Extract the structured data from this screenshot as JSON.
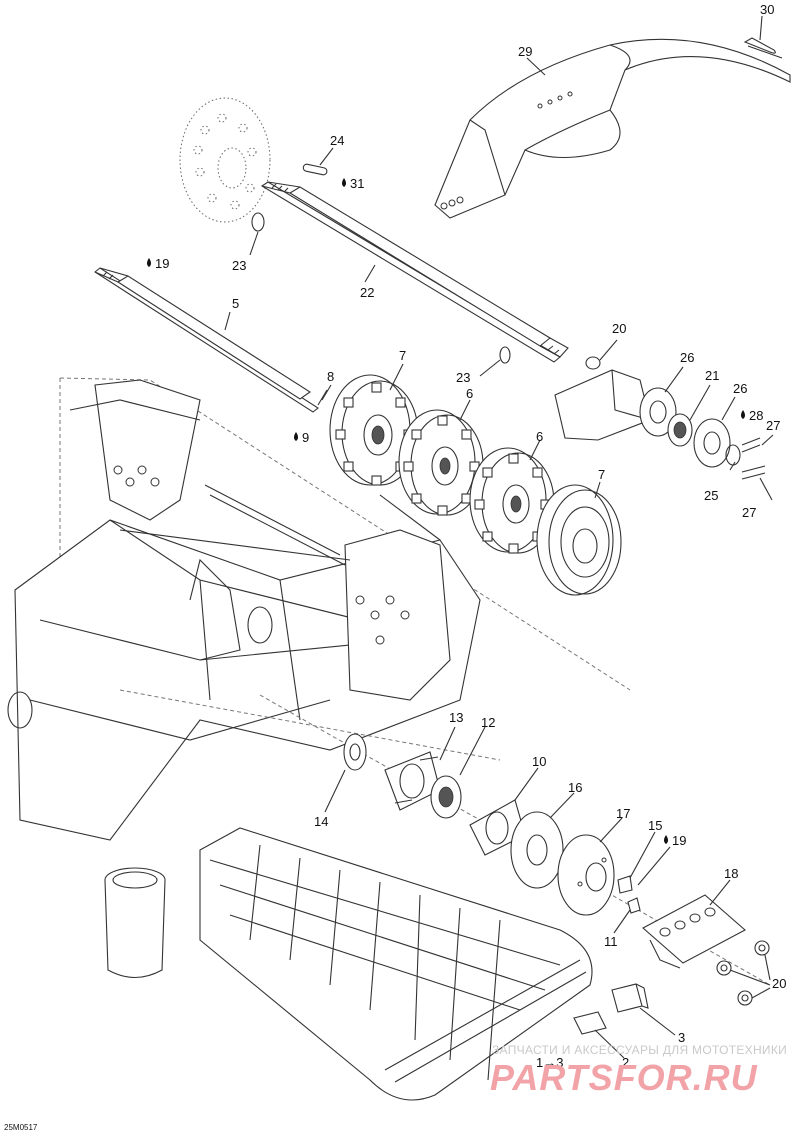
{
  "diagram_code": "25M0517",
  "watermark": {
    "line1": "ЗАПЧАСТИ И АКСЕССУАРЫ ДЛЯ МОТОТЕХНИКИ",
    "line2": "PARTSFOR.RU",
    "color": "#f2a3a8"
  },
  "callouts": {
    "c1": "1",
    "c2": "2",
    "c3": "3",
    "c5": "5",
    "c6a": "6",
    "c6b": "6",
    "c7a": "7",
    "c7b": "7",
    "c8": "8",
    "c9": "9",
    "c10": "10",
    "c11": "11",
    "c12": "12",
    "c13": "13",
    "c14": "14",
    "c15": "15",
    "c16": "16",
    "c17": "17",
    "c18": "18",
    "c19a": "19",
    "c19b": "19",
    "c20a": "20",
    "c20b": "20",
    "c21": "21",
    "c22": "22",
    "c23a": "23",
    "c23b": "23",
    "c24": "24",
    "c25": "25",
    "c26a": "26",
    "c26b": "26",
    "c27a": "27",
    "c27b": "27",
    "c28": "28",
    "c29": "29",
    "c30": "30",
    "c31": "31",
    "range": "1→3"
  },
  "icons": {
    "lubricant": "drop-icon"
  }
}
